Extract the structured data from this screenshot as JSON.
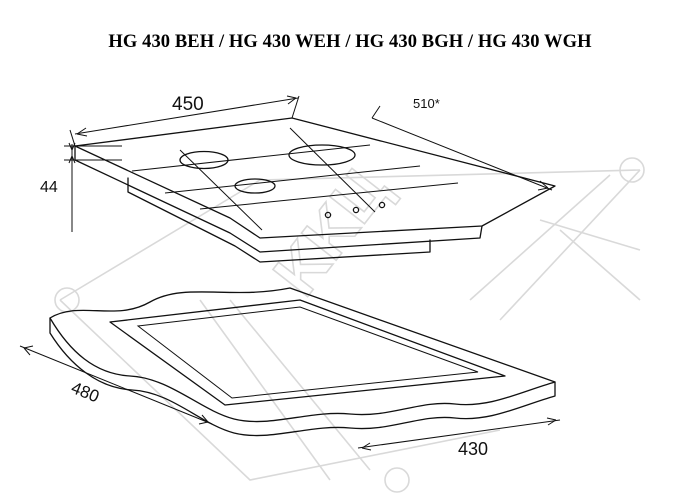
{
  "title": "HG 430 BEH / HG 430 WEH / HG 430 BGH / HG 430 WGH",
  "dimensions": {
    "width_top": "450",
    "depth_top": "510*",
    "height": "44",
    "depth_cutout": "480",
    "width_cutout": "430"
  },
  "watermark": {
    "text": "KKЦ"
  },
  "colors": {
    "line": "#111111",
    "watermark": "#d9d9d9",
    "background": "#ffffff"
  }
}
